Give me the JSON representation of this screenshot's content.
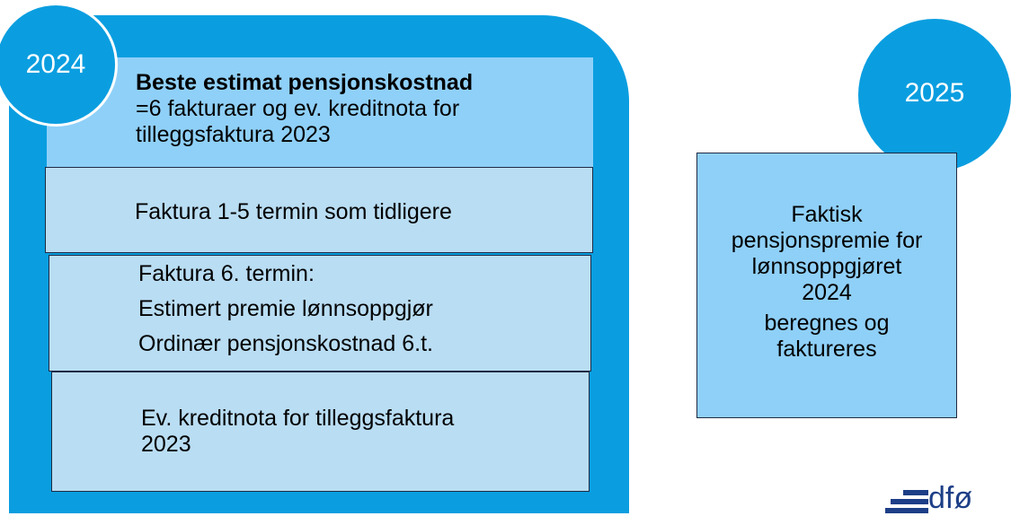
{
  "left_panel": {
    "year": "2024",
    "header": {
      "title": "Beste estimat pensjonskostnad",
      "line2": "=6 fakturaer og ev. kreditnota for",
      "line3": "tilleggsfaktura 2023"
    },
    "row1": "Faktura 1-5 termin som tidligere",
    "row2": {
      "line1": "Faktura 6. termin:",
      "line2": "Estimert premie lønnsoppgjør",
      "line3": "Ordinær pensjonskostnad 6.t."
    },
    "row3": {
      "line1": "Ev. kreditnota for tilleggsfaktura",
      "line2": "2023"
    }
  },
  "right_panel": {
    "year": "2025",
    "lines": [
      "Faktisk",
      "pensjonspremie for",
      "lønnsoppgjøret",
      "2024",
      "beregnes og",
      "faktureres"
    ]
  },
  "logo": {
    "text": "dfø"
  },
  "colors": {
    "panel_blue": "#0a9ee0",
    "light_blue": "#8fd0f8",
    "pale_blue": "#b9ddf3",
    "logo_navy": "#1d3f87"
  }
}
